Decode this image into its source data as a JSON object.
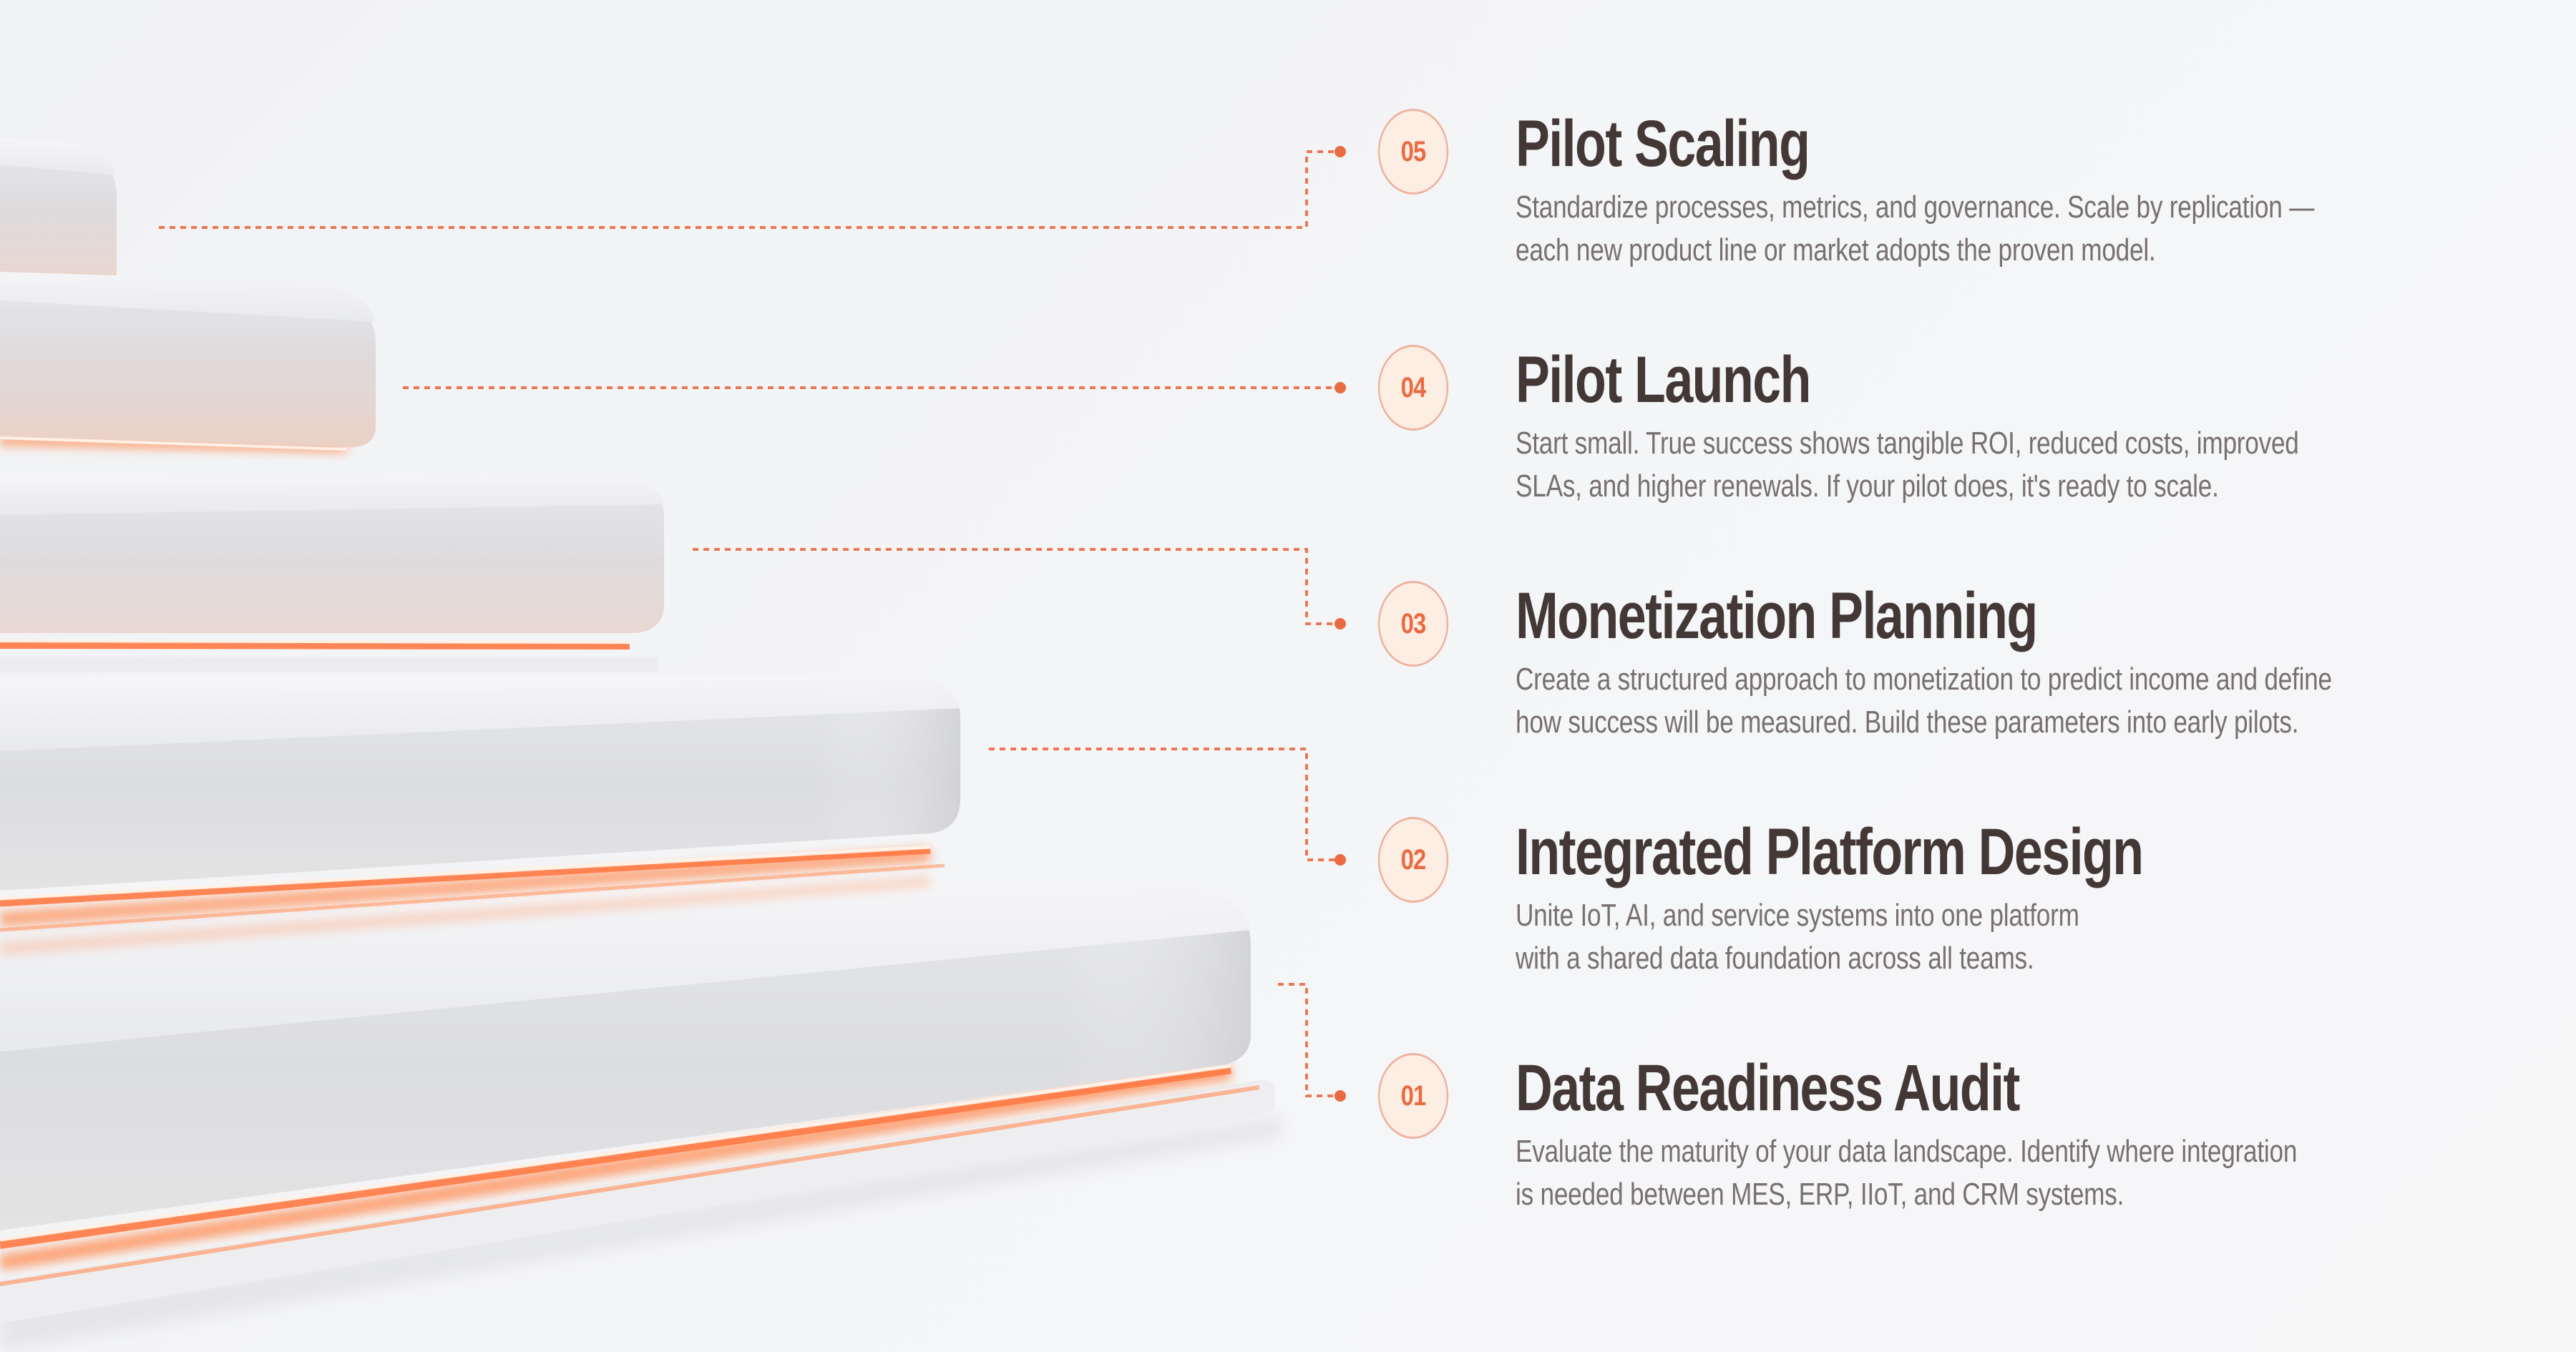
{
  "theme": {
    "accent": "#ea6a42",
    "badge_fill": "#fdeee3",
    "badge_border": "#efb3a0",
    "title_color": "#433836",
    "text_color": "#77706f",
    "glow": "#ff8a4f"
  },
  "steps": [
    {
      "number": "05",
      "title": "Pilot Scaling",
      "description_lines": [
        "Standardize processes, metrics, and governance. Scale by replication —",
        "each new product line or market adopts the proven model."
      ]
    },
    {
      "number": "04",
      "title": "Pilot Launch",
      "description_lines": [
        "Start small. True success shows tangible ROI, reduced costs, improved",
        "SLAs, and higher renewals. If your pilot does, it's ready to scale."
      ]
    },
    {
      "number": "03",
      "title": "Monetization Planning",
      "description_lines": [
        "Create a structured approach to monetization to predict income and define",
        "how success will be measured. Build these parameters into early pilots."
      ]
    },
    {
      "number": "02",
      "title": "Integrated Platform Design",
      "description_lines": [
        "Unite IoT, AI, and service systems into one platform",
        "with a shared data foundation across all teams."
      ]
    },
    {
      "number": "01",
      "title": "Data Readiness Audit",
      "description_lines": [
        "Evaluate the maturity of your data landscape. Identify where integration",
        "is needed between MES, ERP, IIoT, and CRM systems."
      ]
    }
  ]
}
